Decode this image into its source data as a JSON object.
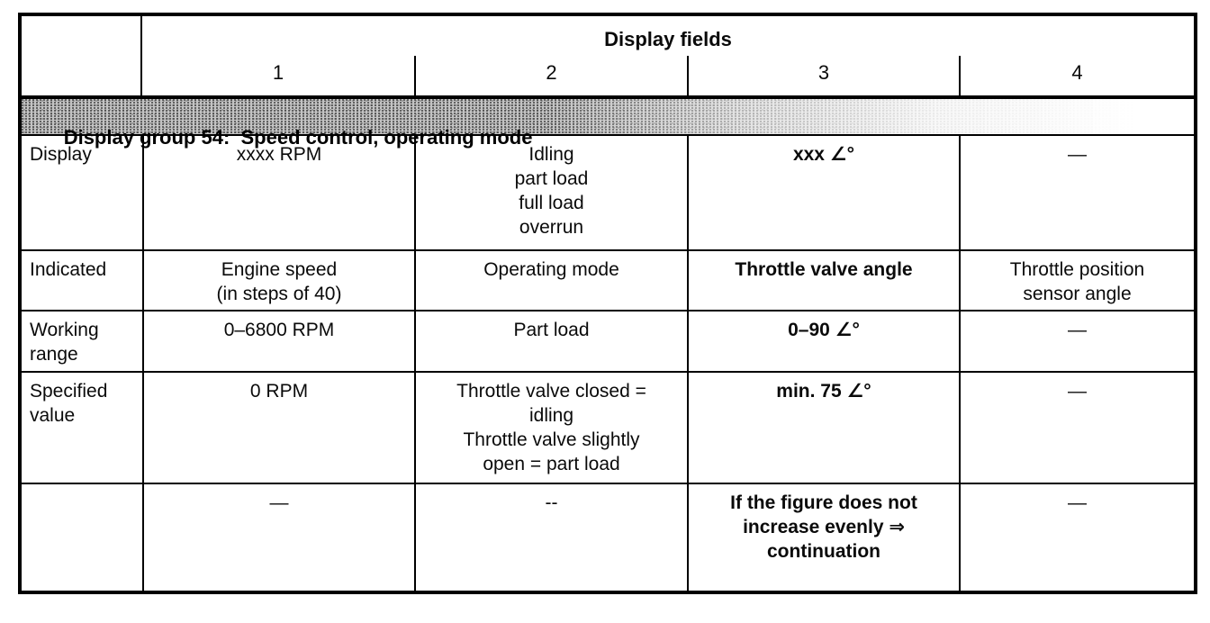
{
  "table": {
    "header": {
      "title": "Display fields",
      "columns": [
        "1",
        "2",
        "3",
        "4"
      ]
    },
    "banner": {
      "text": "Display group 54:  Speed control, operating mode"
    },
    "rows": [
      {
        "label": "Display",
        "cells": [
          {
            "text": "xxxx RPM",
            "bold": false
          },
          {
            "text": "Idling\npart load\nfull load\noverrun",
            "bold": false
          },
          {
            "text": "xxx ∠°",
            "bold": true
          },
          {
            "text": "—",
            "bold": false
          }
        ]
      },
      {
        "label": "Indicated",
        "cells": [
          {
            "text": "Engine speed\n(in steps of 40)",
            "bold": false
          },
          {
            "text": "Operating mode",
            "bold": false
          },
          {
            "text": "Throttle valve angle",
            "bold": true
          },
          {
            "text": "Throttle position\nsensor angle",
            "bold": false
          }
        ]
      },
      {
        "label": "Working\nrange",
        "cells": [
          {
            "text": "0–6800 RPM",
            "bold": false
          },
          {
            "text": "Part load",
            "bold": false
          },
          {
            "text": "0–90 ∠°",
            "bold": true
          },
          {
            "text": "—",
            "bold": false
          }
        ]
      },
      {
        "label": "Specified\nvalue",
        "cells": [
          {
            "text": "0 RPM",
            "bold": false
          },
          {
            "text": "Throttle valve closed =\nidling\nThrottle valve slightly\nopen = part load",
            "bold": false
          },
          {
            "text": "min. 75 ∠°",
            "bold": true
          },
          {
            "text": "—",
            "bold": false
          }
        ]
      },
      {
        "label": "",
        "cells": [
          {
            "text": "—",
            "bold": false
          },
          {
            "text": "--",
            "bold": false
          },
          {
            "text": "If the figure does not\nincrease evenly ⇒\ncontinuation",
            "bold": true
          },
          {
            "text": "—",
            "bold": false
          }
        ]
      }
    ],
    "colors": {
      "border": "#000000",
      "text": "#0a0a0a",
      "banner_bg": "#c3c3c3",
      "page_bg": "#ffffff"
    }
  }
}
